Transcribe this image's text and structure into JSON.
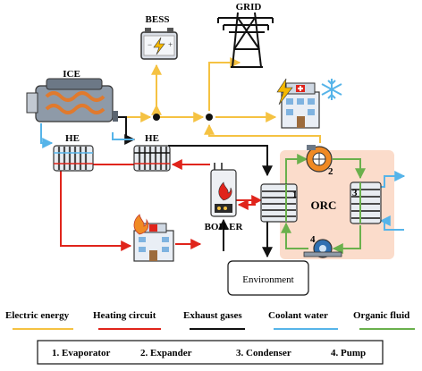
{
  "labels": {
    "bess": "BESS",
    "grid": "GRID",
    "ice": "ICE",
    "he_left": "HE",
    "he_right": "HE",
    "boiler": "BOILER",
    "orc": "ORC",
    "environment": "Environment"
  },
  "component_numbers": {
    "evaporator": "1",
    "expander": "2",
    "condenser": "3",
    "pump": "4"
  },
  "legend": [
    {
      "label": "Electric energy",
      "color": "#f5c242"
    },
    {
      "label": "Heating circuit",
      "color": "#e0241b"
    },
    {
      "label": "Exhaust gases",
      "color": "#111111"
    },
    {
      "label": "Coolant water",
      "color": "#56b4e9"
    },
    {
      "label": "Organic fluid",
      "color": "#6ab04c"
    }
  ],
  "components_key": [
    "1. Evaporator",
    "2. Expander",
    "3. Condenser",
    "4. Pump"
  ],
  "colors": {
    "electric": "#f5c242",
    "heating": "#e0241b",
    "exhaust": "#111111",
    "coolant": "#56b4e9",
    "organic": "#6ab04c",
    "orc_box": "#fbdccb"
  }
}
